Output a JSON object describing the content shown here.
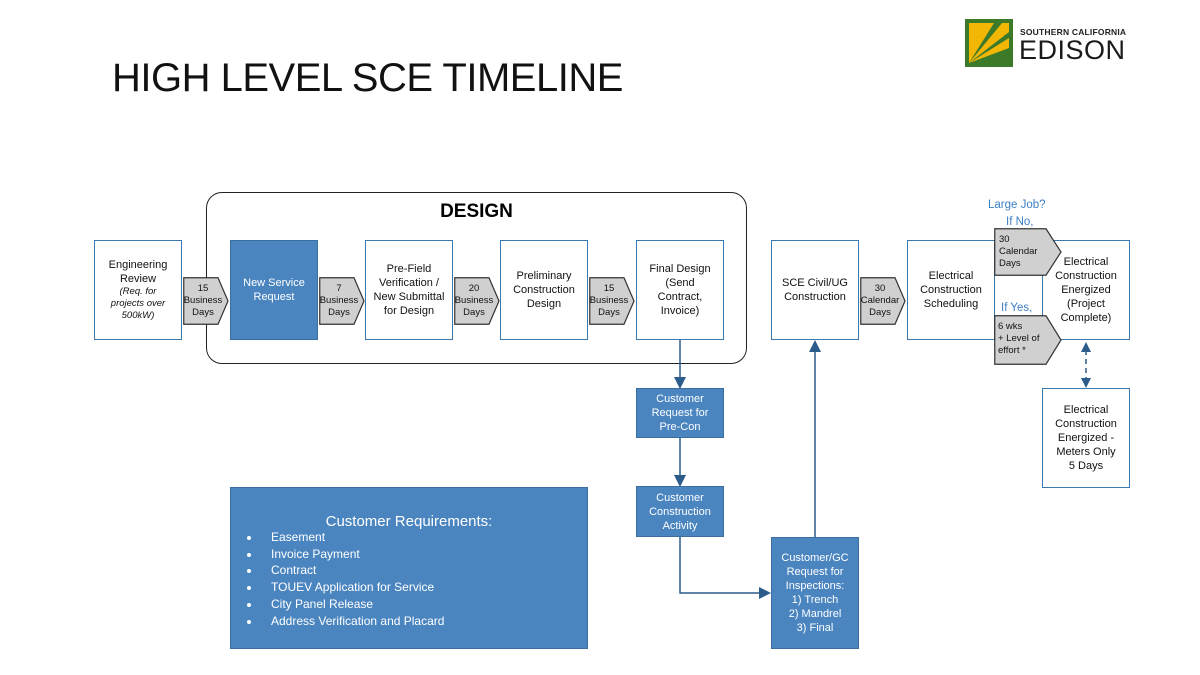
{
  "title": "HIGH LEVEL SCE TIMELINE",
  "logo": {
    "line1": "SOUTHERN CALIFORNIA",
    "line2": "EDISON",
    "colors": {
      "yellow": "#f2b705",
      "green": "#3c7a2a"
    }
  },
  "design_label": "DESIGN",
  "steps": {
    "engineering_review": {
      "main": "Engineering\nReview",
      "note": "(Req. for\nprojects over\n500kW)"
    },
    "new_service_request": "New Service\nRequest",
    "pre_field": "Pre-Field\nVerification /\nNew Submittal\nfor Design",
    "preliminary": "Preliminary\nConstruction\nDesign",
    "final_design": "Final Design\n(Send\nContract,\nInvoice)",
    "sce_civil": "SCE Civil/UG\nConstruction",
    "elec_scheduling": "Electrical\nConstruction\nScheduling",
    "elec_energized": "Electrical\nConstruction\nEnergized\n(Project\nComplete)",
    "meters_only": "Electrical\nConstruction\nEnergized -\nMeters Only\n5 Days",
    "precon": "Customer\nRequest for\nPre-Con",
    "construction_activity": "Customer\nConstruction\nActivity",
    "inspections": "Customer/GC\nRequest for\nInspections:\n1) Trench\n2) Mandrel\n3) Final"
  },
  "durations": {
    "d1": "15\nBusiness\nDays",
    "d2": "7\nBusiness\nDays",
    "d3": "20\nBusiness\nDays",
    "d4": "15\nBusiness\nDays",
    "d5": "30\nCalendar\nDays",
    "d6": "30\nCalendar\nDays",
    "d7": "6 wks\n+ Level of\neffort *"
  },
  "notes": {
    "large_job": "Large Job?",
    "if_no": "If No,",
    "if_yes": "If Yes,"
  },
  "requirements": {
    "title": "Customer Requirements:",
    "items": [
      "Easement",
      "Invoice Payment",
      "Contract",
      "TOUEV Application for Service",
      "City Panel Release",
      "Address Verification and Placard"
    ]
  },
  "colors": {
    "box_border": "#3a78b0",
    "box_fill": "#4a85c0",
    "arrow": "#2b5c8a",
    "note_text": "#3b7fc4",
    "chevron_fill": "#d0d0d0"
  }
}
